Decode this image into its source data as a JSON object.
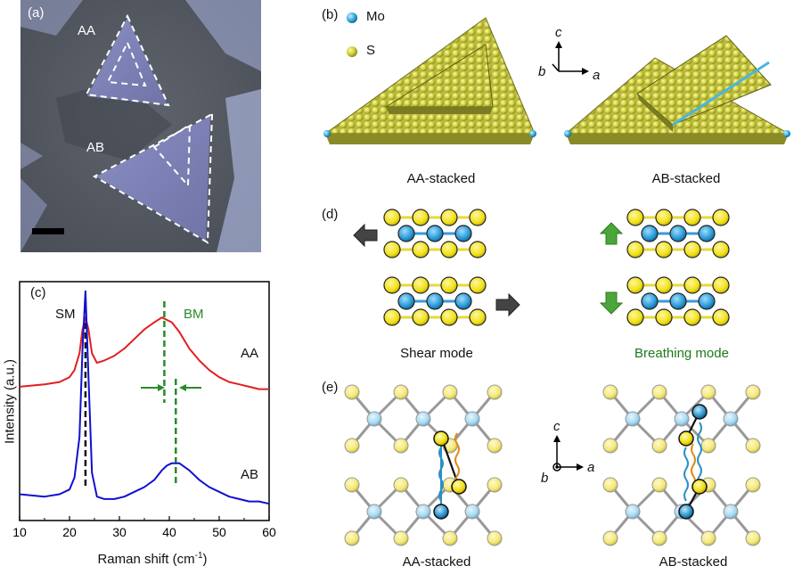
{
  "panel_a": {
    "label": "(a)",
    "aa_label": "AA",
    "ab_label": "AB",
    "colors": {
      "substrate": "#5b6069",
      "flake": "#8c8fbc",
      "glare": "#c8d0f0"
    }
  },
  "panel_b": {
    "label": "(b)",
    "legend_mo": "Mo",
    "legend_s": "S",
    "axis_c": "c",
    "axis_b": "b",
    "axis_a": "a",
    "caption_aa": "AA-stacked",
    "caption_ab": "AB-stacked",
    "colors": {
      "mo": "#4bb5e0",
      "s": "#d6d64a"
    }
  },
  "panel_d": {
    "label": "(d)",
    "shear_caption": "Shear mode",
    "breathing_caption": "Breathing mode",
    "colors": {
      "shear_arrow": "#444444",
      "breathing_arrow": "#3f9a2f",
      "breathing_text": "#1c7a1c"
    }
  },
  "panel_e": {
    "label": "(e)",
    "axis_c": "c",
    "axis_b": "b",
    "axis_a": "a",
    "caption_aa": "AA-stacked",
    "caption_ab": "AB-stacked"
  },
  "panel_c": {
    "label": "(c)",
    "sm_label": "SM",
    "bm_label": "BM",
    "xlabel": "Raman shift (cm",
    "xlabel_sup": "-1",
    "xlabel_end": ")",
    "ylabel": "Intensity (a.u.)"
  },
  "chart_data": {
    "type": "line",
    "x": [
      10,
      15,
      18,
      20,
      21,
      22,
      22.6,
      23.2,
      23.8,
      24.5,
      25.5,
      27,
      29,
      31,
      33,
      35,
      37,
      38.5,
      39.5,
      40.5,
      42,
      44,
      46,
      48,
      50,
      52,
      54,
      56,
      58,
      60
    ],
    "series": [
      {
        "name": "AA",
        "color": "#e02020",
        "values": [
          0.56,
          0.57,
          0.58,
          0.6,
          0.63,
          0.7,
          0.8,
          0.85,
          0.8,
          0.7,
          0.66,
          0.67,
          0.69,
          0.72,
          0.76,
          0.8,
          0.83,
          0.85,
          0.84,
          0.83,
          0.79,
          0.72,
          0.67,
          0.63,
          0.6,
          0.58,
          0.57,
          0.56,
          0.55,
          0.55
        ]
      },
      {
        "name": "AB",
        "color": "#1010d0",
        "values": [
          0.11,
          0.1,
          0.11,
          0.13,
          0.18,
          0.35,
          0.72,
          0.96,
          0.6,
          0.2,
          0.1,
          0.09,
          0.09,
          0.1,
          0.12,
          0.14,
          0.17,
          0.21,
          0.23,
          0.24,
          0.24,
          0.21,
          0.17,
          0.14,
          0.12,
          0.1,
          0.09,
          0.08,
          0.08,
          0.07
        ]
      }
    ],
    "markers": [
      {
        "name": "SM",
        "x": 23.2,
        "color": "#111111"
      },
      {
        "name": "BM-AA",
        "x": 39.0,
        "color": "#2a8a2a"
      },
      {
        "name": "BM-AB",
        "x": 41.3,
        "color": "#2a8a2a"
      }
    ],
    "xlabel": "Raman shift (cm-1)",
    "ylabel": "Intensity (a.u.)",
    "xlim": [
      10,
      60
    ],
    "ylim": [
      0,
      1
    ],
    "xticks": [
      10,
      20,
      30,
      40,
      50,
      60
    ],
    "grid": false,
    "legend": "labels at right end of curves"
  }
}
